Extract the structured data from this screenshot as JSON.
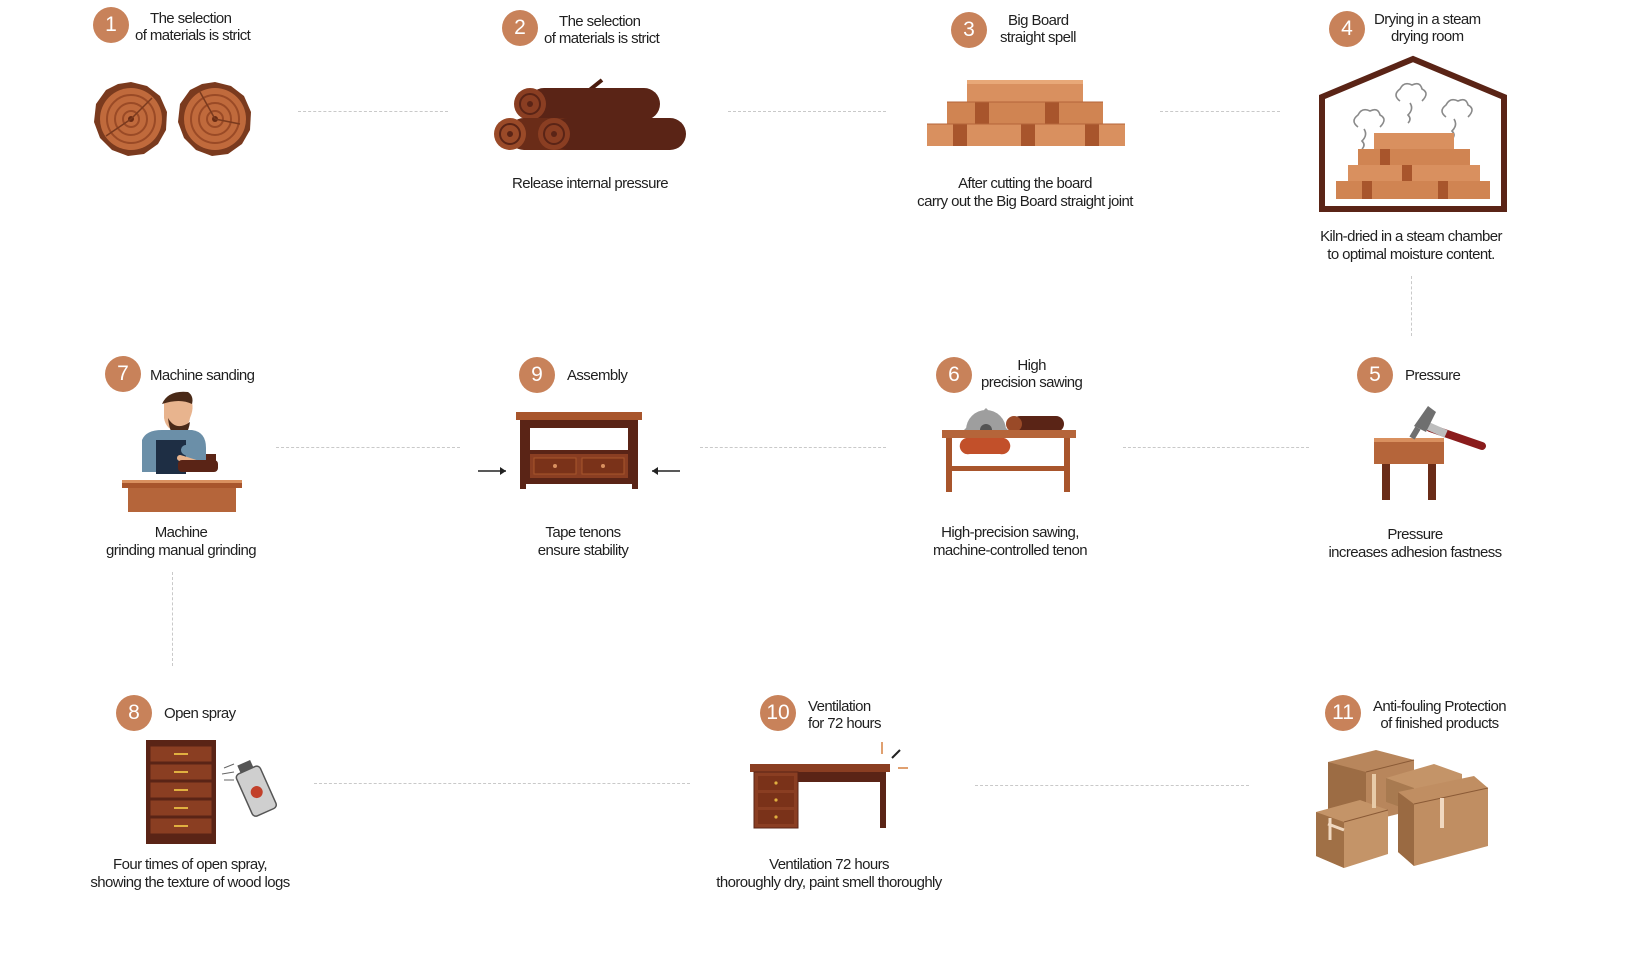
{
  "steps": {
    "s1": {
      "number": "1",
      "title": [
        "The selection",
        "of materials is strict"
      ],
      "caption": []
    },
    "s2": {
      "number": "2",
      "title": [
        "The selection",
        "of materials is strict"
      ],
      "caption": [
        "Release internal pressure"
      ]
    },
    "s3": {
      "number": "3",
      "title": [
        "Big Board",
        "straight spell"
      ],
      "caption": [
        "After cutting the board",
        "carry out the Big Board straight joint"
      ]
    },
    "s4": {
      "number": "4",
      "title": [
        "Drying in a steam",
        "drying room"
      ],
      "caption": [
        "Kiln-dried in a steam chamber",
        "to optimal moisture content."
      ]
    },
    "s5": {
      "number": "5",
      "title": [
        "Pressure"
      ],
      "caption": [
        "Pressure",
        "increases adhesion fastness"
      ]
    },
    "s6": {
      "number": "6",
      "title": [
        "High",
        "precision sawing"
      ],
      "caption": [
        "High-precision sawing,",
        "machine-controlled tenon"
      ]
    },
    "s9": {
      "number": "9",
      "title": [
        "Assembly"
      ],
      "caption": [
        "Tape tenons",
        "ensure stability"
      ]
    },
    "s7": {
      "number": "7",
      "title": [
        "Machine sanding"
      ],
      "caption": [
        "Machine",
        "grinding manual grinding"
      ]
    },
    "s8": {
      "number": "8",
      "title": [
        "Open spray"
      ],
      "caption": [
        "Four times of open spray,",
        "showing the texture of wood logs"
      ]
    },
    "s10": {
      "number": "10",
      "title": [
        "Ventilation",
        "for 72 hours"
      ],
      "caption": [
        "Ventilation 72 hours",
        "thoroughly dry, paint smell thoroughly"
      ]
    },
    "s11": {
      "number": "11",
      "title": [
        "Anti-fouling Protection",
        "of finished products"
      ],
      "caption": []
    }
  },
  "colors": {
    "badge": "#c8825a",
    "wood_light": "#d9905f",
    "wood_mid": "#b5653a",
    "wood_dark": "#5a2416",
    "connector": "#c9c9c9"
  },
  "icons": {
    "s1": "log-cross-section-icon",
    "s2": "log-pile-icon",
    "s3": "stacked-boards-icon",
    "s4": "steam-drying-room-icon",
    "s5": "hammer-stool-icon",
    "s6": "table-saw-icon",
    "s9": "tv-cabinet-assembly-icon",
    "s7": "carpenter-sanding-icon",
    "s8": "drawer-cabinet-spray-icon",
    "s10": "desk-ventilation-icon",
    "s11": "cardboard-boxes-icon"
  }
}
